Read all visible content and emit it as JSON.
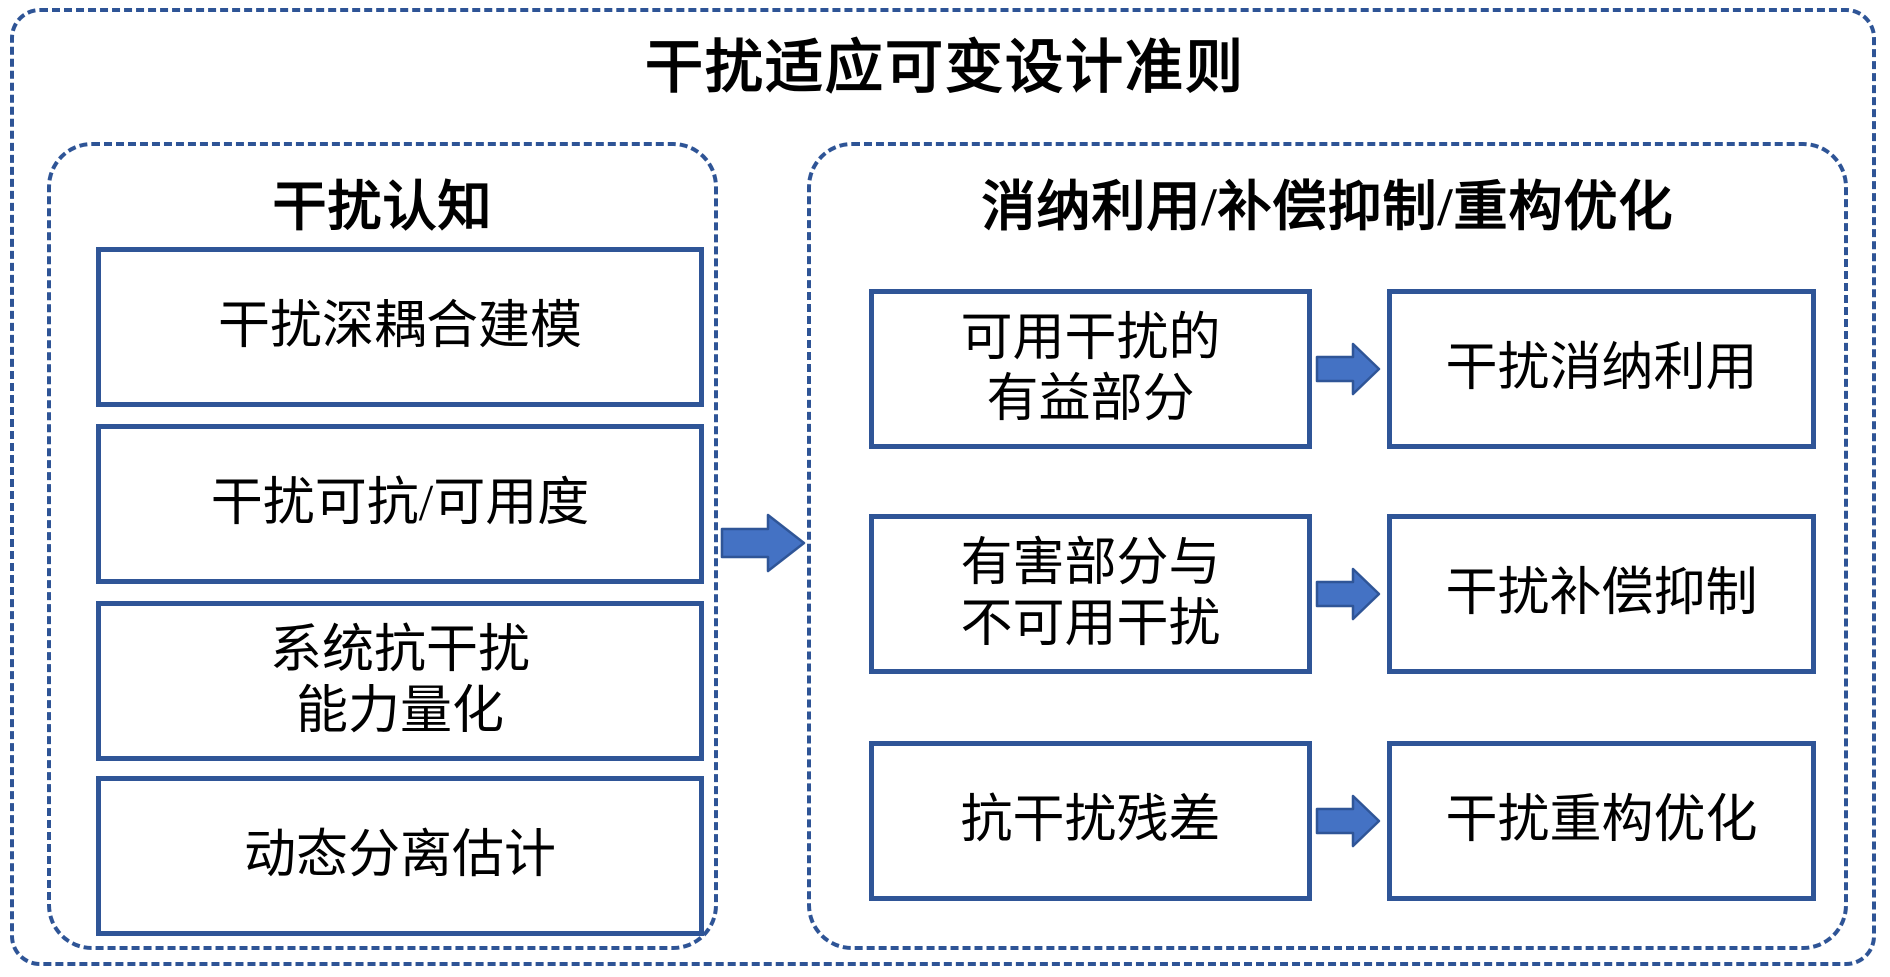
{
  "title": "干扰适应可变设计准则",
  "left_panel": {
    "title": "干扰认知",
    "boxes": [
      {
        "line1": "干扰深耦合建模"
      },
      {
        "line1": "干扰可抗/可用度"
      },
      {
        "line1": "系统抗干扰",
        "line2": "能力量化"
      },
      {
        "line1": "动态分离估计"
      }
    ]
  },
  "right_panel": {
    "title": "消纳利用/补偿抑制/重构优化",
    "rows": [
      {
        "source_line1": "可用干扰的",
        "source_line2": "有益部分",
        "target": "干扰消纳利用"
      },
      {
        "source_line1": "有害部分与",
        "source_line2": "不可用干扰",
        "target": "干扰补偿抑制"
      },
      {
        "source_line1": "抗干扰残差",
        "target": "干扰重构优化"
      }
    ]
  },
  "icons": {
    "main_flow_arrow": "right-block-arrow",
    "row_arrow": "right-block-arrow"
  },
  "colors": {
    "dashed_border": "#2E5496",
    "box_border": "#2F5597",
    "arrow_fill": "#4472C4",
    "arrow_stroke": "#2F5597",
    "text": "#000000",
    "background": "#FFFFFF"
  }
}
